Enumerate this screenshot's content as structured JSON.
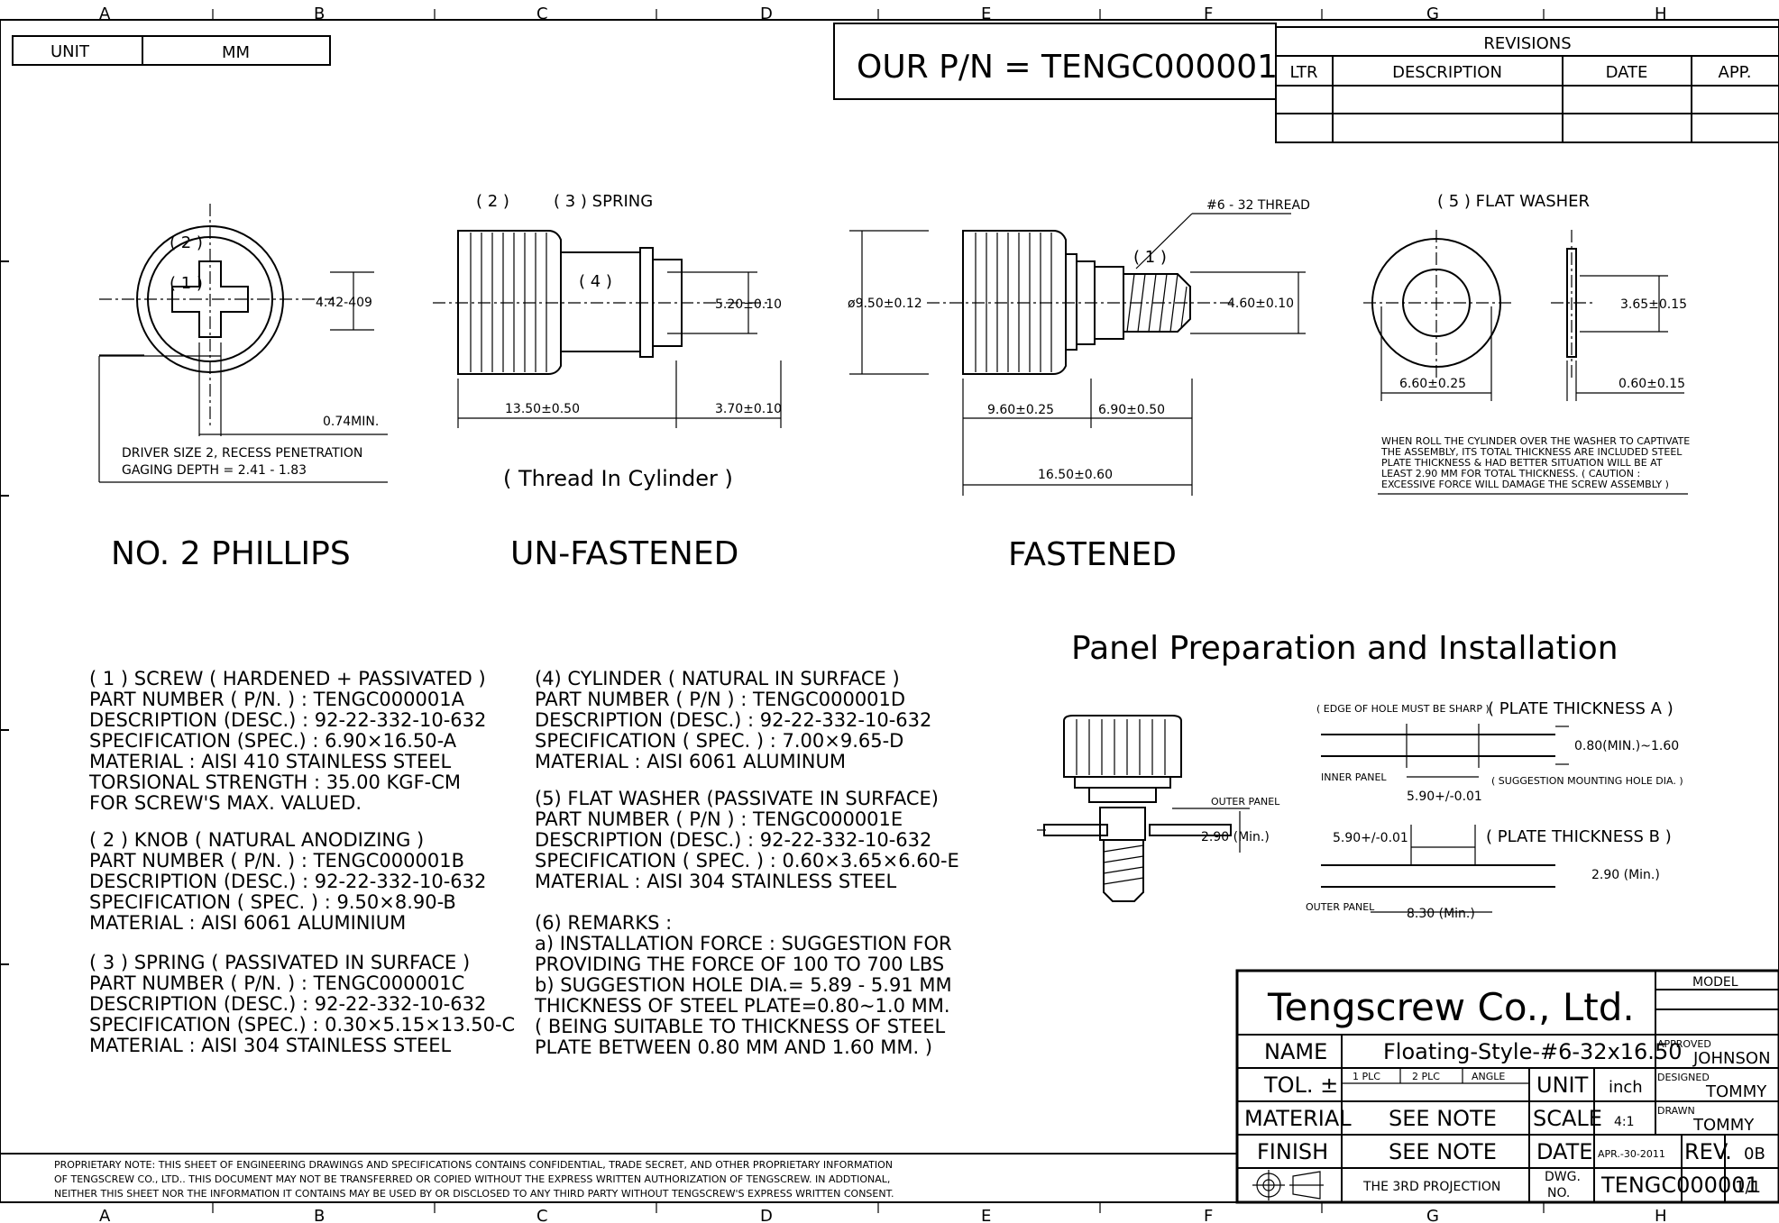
{
  "zone_letters": [
    "A",
    "B",
    "C",
    "D",
    "E",
    "F",
    "G",
    "H"
  ],
  "unit_box": {
    "label": "UNIT",
    "value": "MM"
  },
  "part_number_title": "OUR P/N = TENGC000001",
  "revisions": {
    "title": "REVISIONS",
    "columns": [
      "LTR",
      "DESCRIPTION",
      "DATE",
      "APP."
    ]
  },
  "phillips_view": {
    "callout_1": "( 1 )",
    "callout_2": "( 2 )",
    "dim_width": "4.42-409",
    "dim_min": "0.74MIN.",
    "note_line_1": "DRIVER SIZE 2, RECESS PENETRATION",
    "note_line_2": "GAGING DEPTH  = 2.41 - 1.83",
    "title": "NO. 2 PHILLIPS"
  },
  "unfastened_view": {
    "callout_2": "( 2 )",
    "callout_3": "( 3 ) SPRING",
    "callout_4": "( 4 )",
    "dim_dia": "5.20±0.10",
    "dim_len_1": "13.50±0.50",
    "dim_len_2": "3.70±0.10",
    "note": "( Thread  In  Cylinder )",
    "title": "UN-FASTENED"
  },
  "fastened_view": {
    "thread_label": "#6 - 32 THREAD",
    "callout_1": "( 1 )",
    "dim_knob_dia": "ø9.50±0.12",
    "dim_thread_dia": "4.60±0.10",
    "dim_len_1": "9.60±0.25",
    "dim_len_2": "6.90±0.50",
    "dim_total": "16.50±0.60",
    "title": "FASTENED"
  },
  "washer_view": {
    "title": "( 5 ) FLAT  WASHER",
    "dim_inner": "3.65±0.15",
    "dim_outer": "6.60±0.25",
    "dim_thick": "0.60±0.15",
    "note_lines": [
      "WHEN ROLL THE CYLINDER OVER THE WASHER TO CAPTIVATE",
      "THE ASSEMBLY, ITS TOTAL THICKNESS  ARE  INCLUDED STEEL",
      "PLATE  THICKNESS  &  HAD BETTER SITUATION WILL  BE  AT",
      "LEAST  2.90  MM  FOR  TOTAL  THICKNESS.    (  CAUTION  :",
      "EXCESSIVE FORCE WILL DAMAGE THE SCREW ASSEMBLY )"
    ]
  },
  "panel_section": {
    "title": "Panel  Preparation  and  Installation",
    "edge_note": "( EDGE OF HOLE MUST BE SHARP )",
    "plate_a": "( PLATE  THICKNESS  A )",
    "dim_a": "0.80(MIN.)~1.60",
    "inner_panel": "INNER PANEL",
    "mounting_hole": "( SUGGESTION  MOUNTING HOLE DIA. )",
    "hole_dia": "5.90+/-0.01",
    "outer_panel_a": "OUTER PANEL",
    "dim_290_a": "2.90  (Min.)",
    "hole_dia_b": "5.90+/-0.01",
    "plate_b": "( PLATE  THICKNESS  B )",
    "dim_290_b": "2.90  (Min.)",
    "outer_panel_b": "OUTER PANEL",
    "dim_830": "8.30  (Min.)"
  },
  "notes_left": [
    {
      "heading": "( 1 ) SCREW ( HARDENED + PASSIVATED )",
      "lines": [
        "PART NUMBER ( P/N. )  :  TENGC000001A",
        "DESCRIPTION (DESC.) : 92-22-332-10-632",
        "SPECIFICATION (SPEC.) : 6.90×16.50-A",
        "MATERIAL : AISI 410 STAINLESS STEEL",
        "TORSIONAL STRENGTH : 35.00 KGF-CM",
        "FOR SCREW'S MAX. VALUED."
      ]
    },
    {
      "heading": "( 2 ) KNOB   ( NATURAL ANODIZING )",
      "lines": [
        "PART NUMBER ( P/N. )  :  TENGC000001B",
        "DESCRIPTION (DESC.) : 92-22-332-10-632",
        "SPECIFICATION ( SPEC. ) : 9.50×8.90-B",
        "MATERIAL : AISI 6061 ALUMINIUM"
      ]
    },
    {
      "heading": "( 3 ) SPRING ( PASSIVATED IN SURFACE )",
      "lines": [
        "PART NUMBER ( P/N. )  :  TENGC000001C",
        "DESCRIPTION (DESC.) : 92-22-332-10-632",
        "SPECIFICATION (SPEC.) : 0.30×5.15×13.50-C",
        "MATERIAL : AISI 304 STAINLESS STEEL"
      ]
    }
  ],
  "notes_right": [
    {
      "heading": "(4) CYLINDER    ( NATURAL IN SURFACE )",
      "lines": [
        "PART NUMBER ( P/N )   :   TENGC000001D",
        "DESCRIPTION (DESC.)  :  92-22-332-10-632",
        "SPECIFICATION ( SPEC. ) : 7.00×9.65-D",
        "MATERIAL : AISI 6061 ALUMINUM"
      ]
    },
    {
      "heading": "(5) FLAT WASHER (PASSIVATE IN SURFACE)",
      "lines": [
        "PART NUMBER ( P/N )   :   TENGC000001E",
        "DESCRIPTION (DESC.)  :  92-22-332-10-632",
        "SPECIFICATION ( SPEC. ) : 0.60×3.65×6.60-E",
        "MATERIAL : AISI 304 STAINLESS STEEL"
      ]
    },
    {
      "heading": "(6) REMARKS :",
      "lines": [
        "a) INSTALLATION FORCE : SUGGESTION FOR",
        "    PROVIDING THE FORCE OF 100 TO 700 LBS",
        "b) SUGGESTION  HOLE  DIA.= 5.89 - 5.91  MM",
        "    THICKNESS OF STEEL PLATE=0.80~1.0 MM.",
        "(  BEING SUITABLE TO THICKNESS OF STEEL",
        "    PLATE BETWEEN 0.80 MM AND 1.60 MM. )"
      ]
    }
  ],
  "proprietary_note": [
    "PROPRIETARY NOTE: THIS SHEET OF ENGINEERING DRAWINGS AND SPECIFICATIONS               CONTAINS  CONFIDENTIAL, TRADE SECRET, AND OTHER PROPRIETARY INFORMATION",
    "OF TENGSCREW  CO.,  LTD.. THIS DOCUMENT MAY NOT BE TRANSFERRED OR COPIED WITHOUT THE EXPRESS WRITTEN AUTHORIZATION OF TENGSCREW.              IN ADDTIONAL,",
    "NEITHER THIS SHEET NOR THE INFORMATION IT CONTAINS MAY BE USED BY         OR DISCLOSED TO ANY THIRD PARTY WITHOUT TENGSCREW'S EXPRESS WRITTEN CONSENT."
  ],
  "title_block": {
    "company": "Tengscrew  Co.,  Ltd.",
    "model_label": "MODEL",
    "name_label": "NAME",
    "name_value": "Floating-Style-#6-32x16.50",
    "approved_label": "APPROVED",
    "approved_value": "JOHNSON",
    "tol_label": "TOL.  ±",
    "plc1": "1 PLC",
    "plc2": "2 PLC",
    "angle": "ANGLE",
    "unit_label": "UNIT",
    "unit_value": "inch",
    "designed_label": "DESIGNED",
    "designed_value": "TOMMY",
    "material_label": "MATERIAL",
    "material_value": "SEE  NOTE",
    "scale_label": "SCALE",
    "scale_value": "4:1",
    "drawn_label": "DRAWN",
    "drawn_value": "TOMMY",
    "finish_label": "FINISH",
    "finish_value": "SEE  NOTE",
    "date_label": "DATE",
    "date_value": "APR.-30-2011",
    "rev_label": "REV.",
    "rev_value": "0B",
    "projection": "THE  3RD  PROJECTION",
    "dwg_label_1": "DWG.",
    "dwg_label_2": "NO.",
    "dwg_value": "TENGC000001",
    "sheet": "1/1"
  }
}
